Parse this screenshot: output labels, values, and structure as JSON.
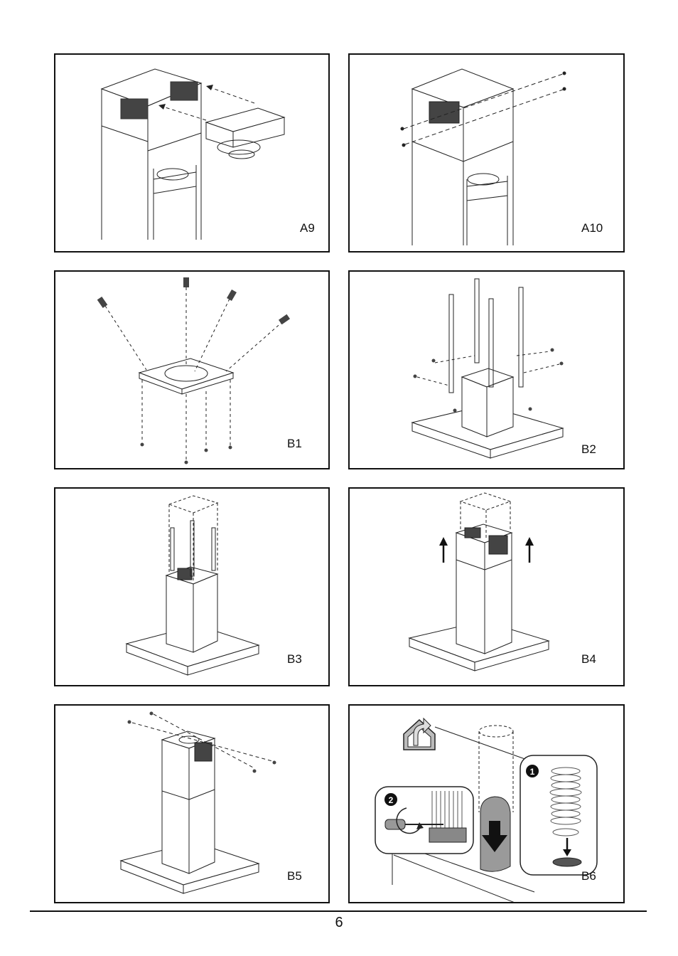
{
  "panels": [
    {
      "label": "A9"
    },
    {
      "label": "A10"
    },
    {
      "label": "B1"
    },
    {
      "label": "B2"
    },
    {
      "label": "B3"
    },
    {
      "label": "B4"
    },
    {
      "label": "B5"
    },
    {
      "label": "B6"
    }
  ],
  "callouts": {
    "step1": "❶",
    "step2": "❷"
  },
  "page_number": "6"
}
